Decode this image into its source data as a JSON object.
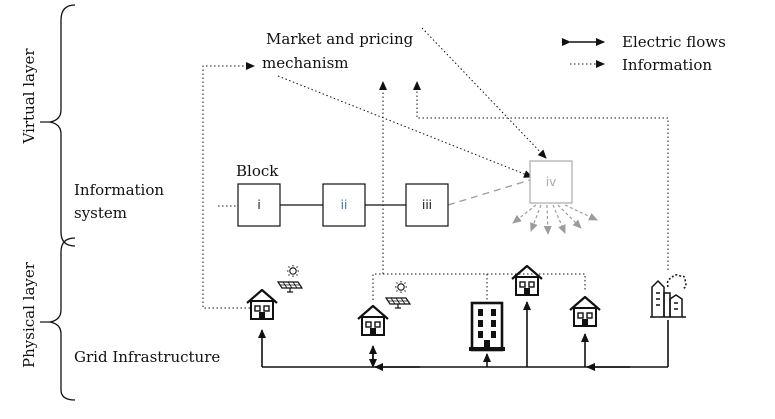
{
  "layers": {
    "virtual_label": "Virtual layer",
    "physical_label": "Physical layer"
  },
  "labels": {
    "market_line1": "Market and pricing",
    "market_line2": "mechanism",
    "information_line1": "Information",
    "information_line2": "system",
    "grid_infrastructure": "Grid Infrastructure",
    "block": "Block"
  },
  "blocks": [
    {
      "label": "i"
    },
    {
      "label": "ii"
    },
    {
      "label": "iii"
    },
    {
      "label": "iv"
    }
  ],
  "legend": {
    "electric_flows": "Electric flows",
    "information": "Information"
  },
  "icons": {
    "house": "house-icon",
    "solar": "solar-panel-icon",
    "office": "office-building-icon",
    "industry": "factory-icon"
  },
  "colors": {
    "line": "#111111",
    "faded": "#aaaaaa",
    "block_ii_text": "#3a6fb0"
  }
}
